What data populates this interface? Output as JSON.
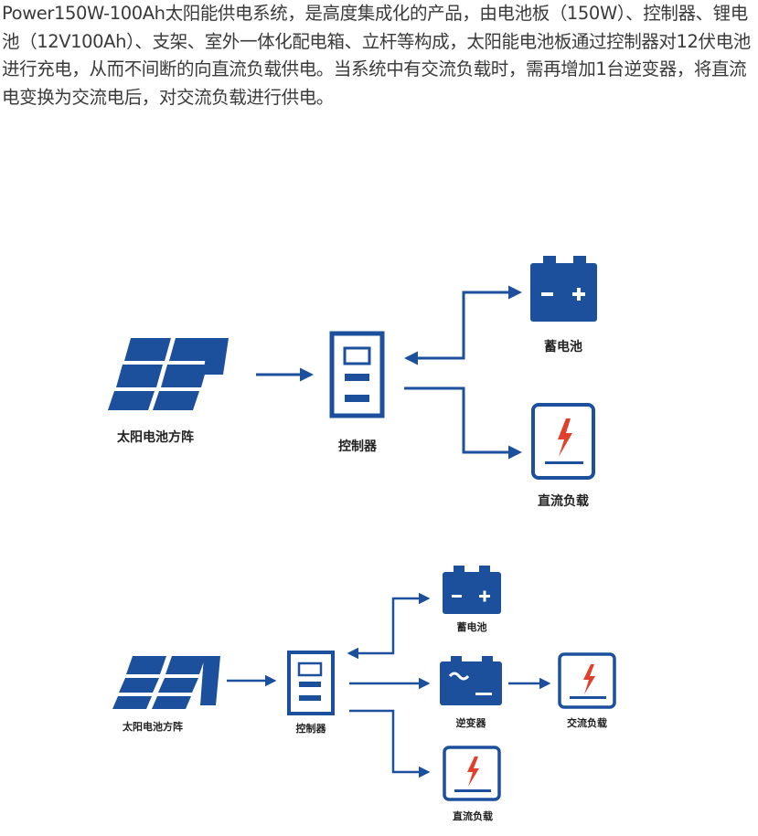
{
  "intro_text": "Power150W-100Ah太阳能供电系统，是高度集成化的产品，由电池板（150W）、控制器、锂电池（12V100Ah）、支架、室外一体化配电箱、立杆等构成，太阳能电池板通过控制器对12伏电池进行充电，从而不间断的向直流负载供电。当系统中有交流负载时，需再增加1台逆变器，将直流电变换为交流电后，对交流负载进行供电。",
  "colors": {
    "primary": "#1c4f9c",
    "accent_red": "#e0412d",
    "text": "#3a3a3a"
  },
  "diagram_dc": {
    "solar_label": "太阳电池方阵",
    "controller_label": "控制器",
    "battery_label": "蓄电池",
    "dc_load_label": "直流负载"
  },
  "diagram_ac": {
    "solar_label": "太阳电池方阵",
    "controller_label": "控制器",
    "battery_label": "蓄电池",
    "inverter_label": "逆变器",
    "ac_load_label": "交流负载",
    "dc_load_label": "直流负载"
  }
}
